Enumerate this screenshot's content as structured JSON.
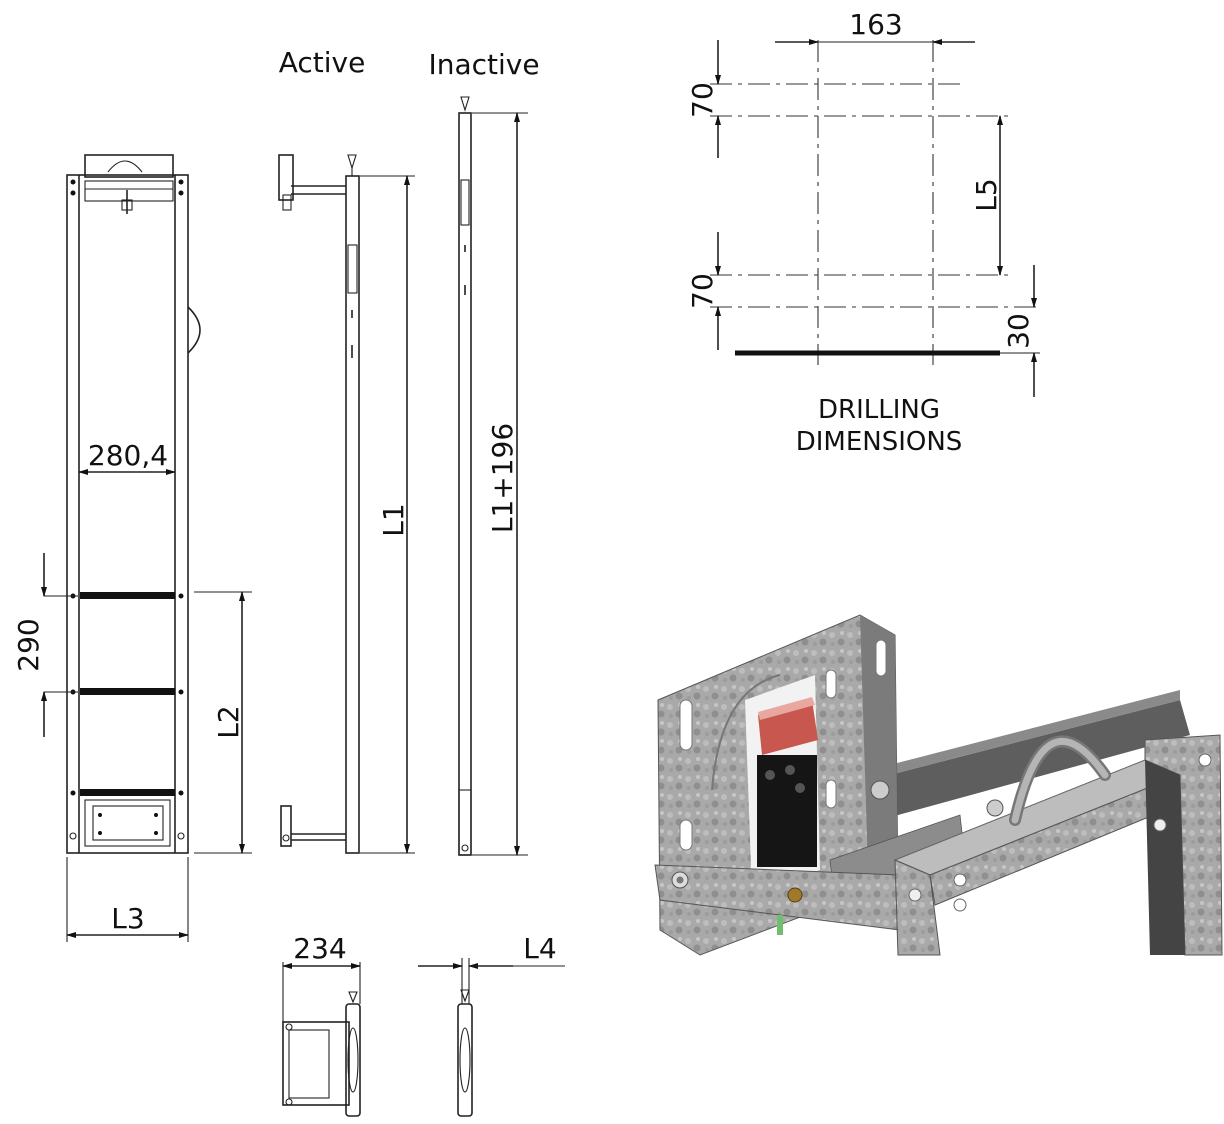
{
  "labels": {
    "active": "Active",
    "inactive": "Inactive",
    "drilling_line1": "DRILLING",
    "drilling_line2": "DIMENSIONS"
  },
  "dimensions": {
    "inner_width": "280,4",
    "rung_spacing": "290",
    "l1": "L1",
    "l1_plus": "L1+196",
    "l2": "L2",
    "l3": "L3",
    "l4": "L4",
    "depth": "234",
    "hole_spacing": "163",
    "top_offset": "70",
    "bottom_offset": "70",
    "l5": "L5",
    "base_offset": "30"
  },
  "colors": {
    "line": "#222222",
    "bracket_red": "#c8584f",
    "steel": "#9a9a9a",
    "dark_steel": "#5e5e5e"
  }
}
